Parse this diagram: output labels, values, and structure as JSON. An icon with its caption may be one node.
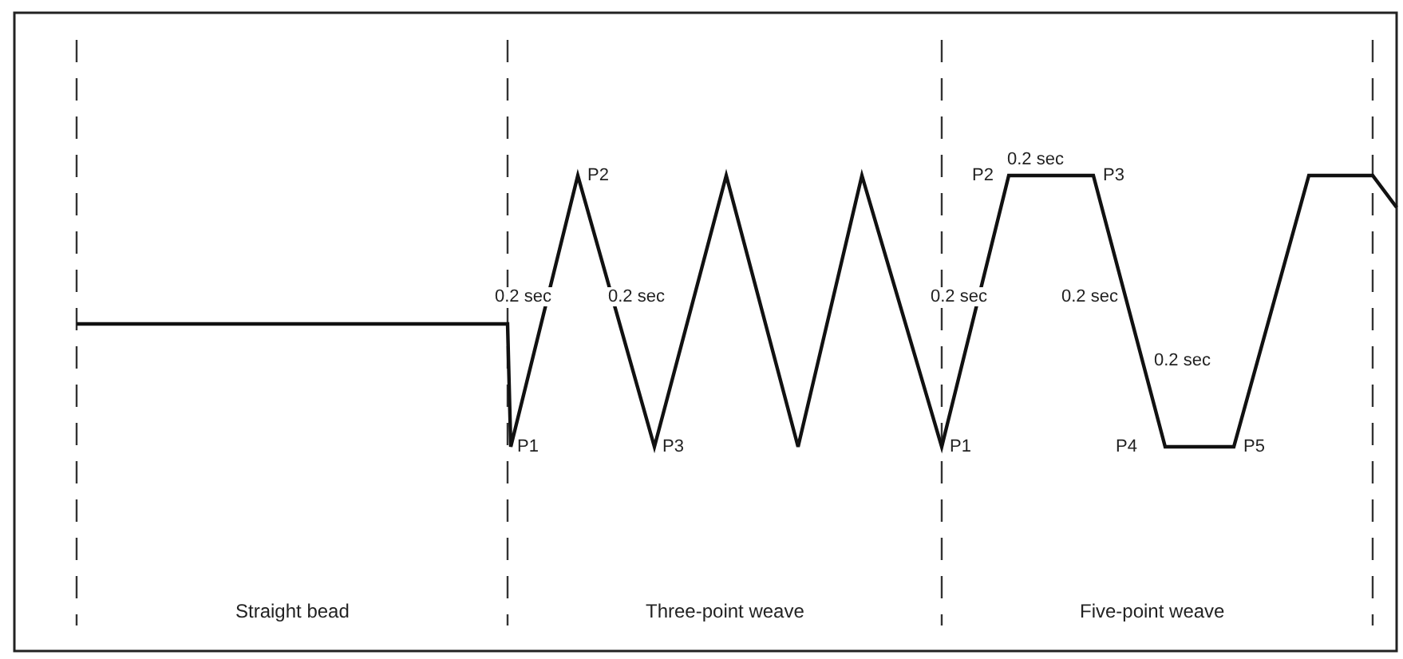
{
  "diagram": {
    "labels": [
      "0.2 sec",
      "P2",
      "P2",
      "P3",
      "0.2 sec",
      "0.2 sec",
      "0.2 sec",
      "0.2 sec",
      "0.2 sec",
      "P1",
      "P3",
      "P1",
      "P4",
      "P5",
      "Straight bead",
      "Three-point weave",
      "Five-point weave"
    ]
  }
}
